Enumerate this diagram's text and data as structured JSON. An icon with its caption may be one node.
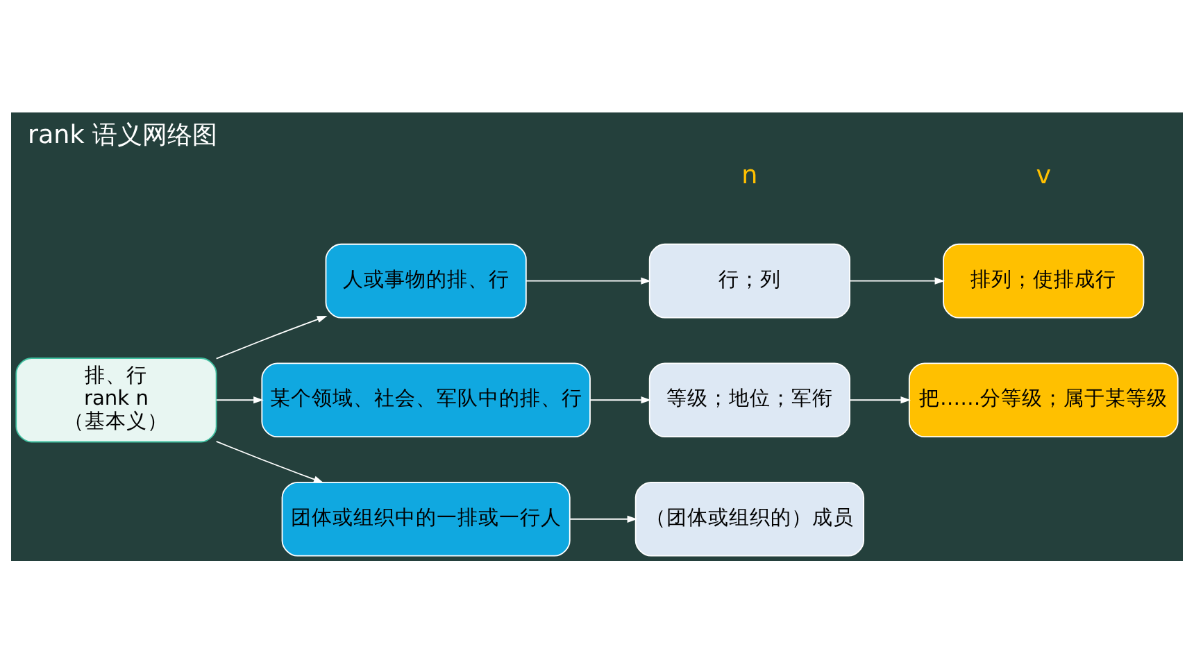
{
  "diagram": {
    "title": "rank 语义网络图",
    "nodes": [
      {
        "text": [
          "排、行",
          "rank n",
          "（基本义）"
        ]
      },
      {
        "text": [
          "人或事物的排、行"
        ]
      },
      {
        "text": [
          "行；列"
        ]
      },
      {
        "text": [
          "排列；使排成行"
        ]
      },
      {
        "text": [
          "某个领域、社会、军队中的排、行"
        ]
      },
      {
        "text": [
          "等级；地位；军衔"
        ]
      },
      {
        "text": [
          "把……分等级；属于某等级"
        ]
      },
      {
        "text": [
          "团体或组织中的一排或一行人"
        ]
      },
      {
        "text": [
          "（团体或组织的）成员"
        ]
      }
    ],
    "edges": [
      {
        "from": 0,
        "to": 1,
        "arrow": "to"
      },
      {
        "from": 0,
        "to": 4,
        "arrow": "to"
      },
      {
        "from": 0,
        "to": 7,
        "arrow": "to"
      },
      {
        "from": 1,
        "to": 2,
        "arrow": "to"
      },
      {
        "from": 2,
        "to": 3,
        "arrow": "to"
      },
      {
        "from": 4,
        "to": 5,
        "arrow": "to"
      },
      {
        "from": 5,
        "to": 6,
        "arrow": "to"
      },
      {
        "from": 7,
        "to": 8,
        "arrow": "to"
      }
    ],
    "labels": [
      "n",
      "v"
    ]
  }
}
